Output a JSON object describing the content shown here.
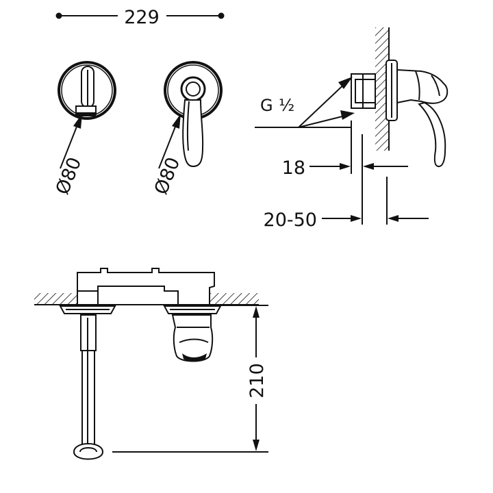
{
  "dimensions": {
    "overall_width": "229",
    "rosette_left_diameter": "Ø80",
    "rosette_right_diameter": "Ø80",
    "thread": "G",
    "thread_fraction": "½",
    "depth_fixed": "18",
    "depth_range": "20-50",
    "spout_height": "210"
  },
  "colors": {
    "ink": "#111111",
    "background": "#ffffff"
  }
}
